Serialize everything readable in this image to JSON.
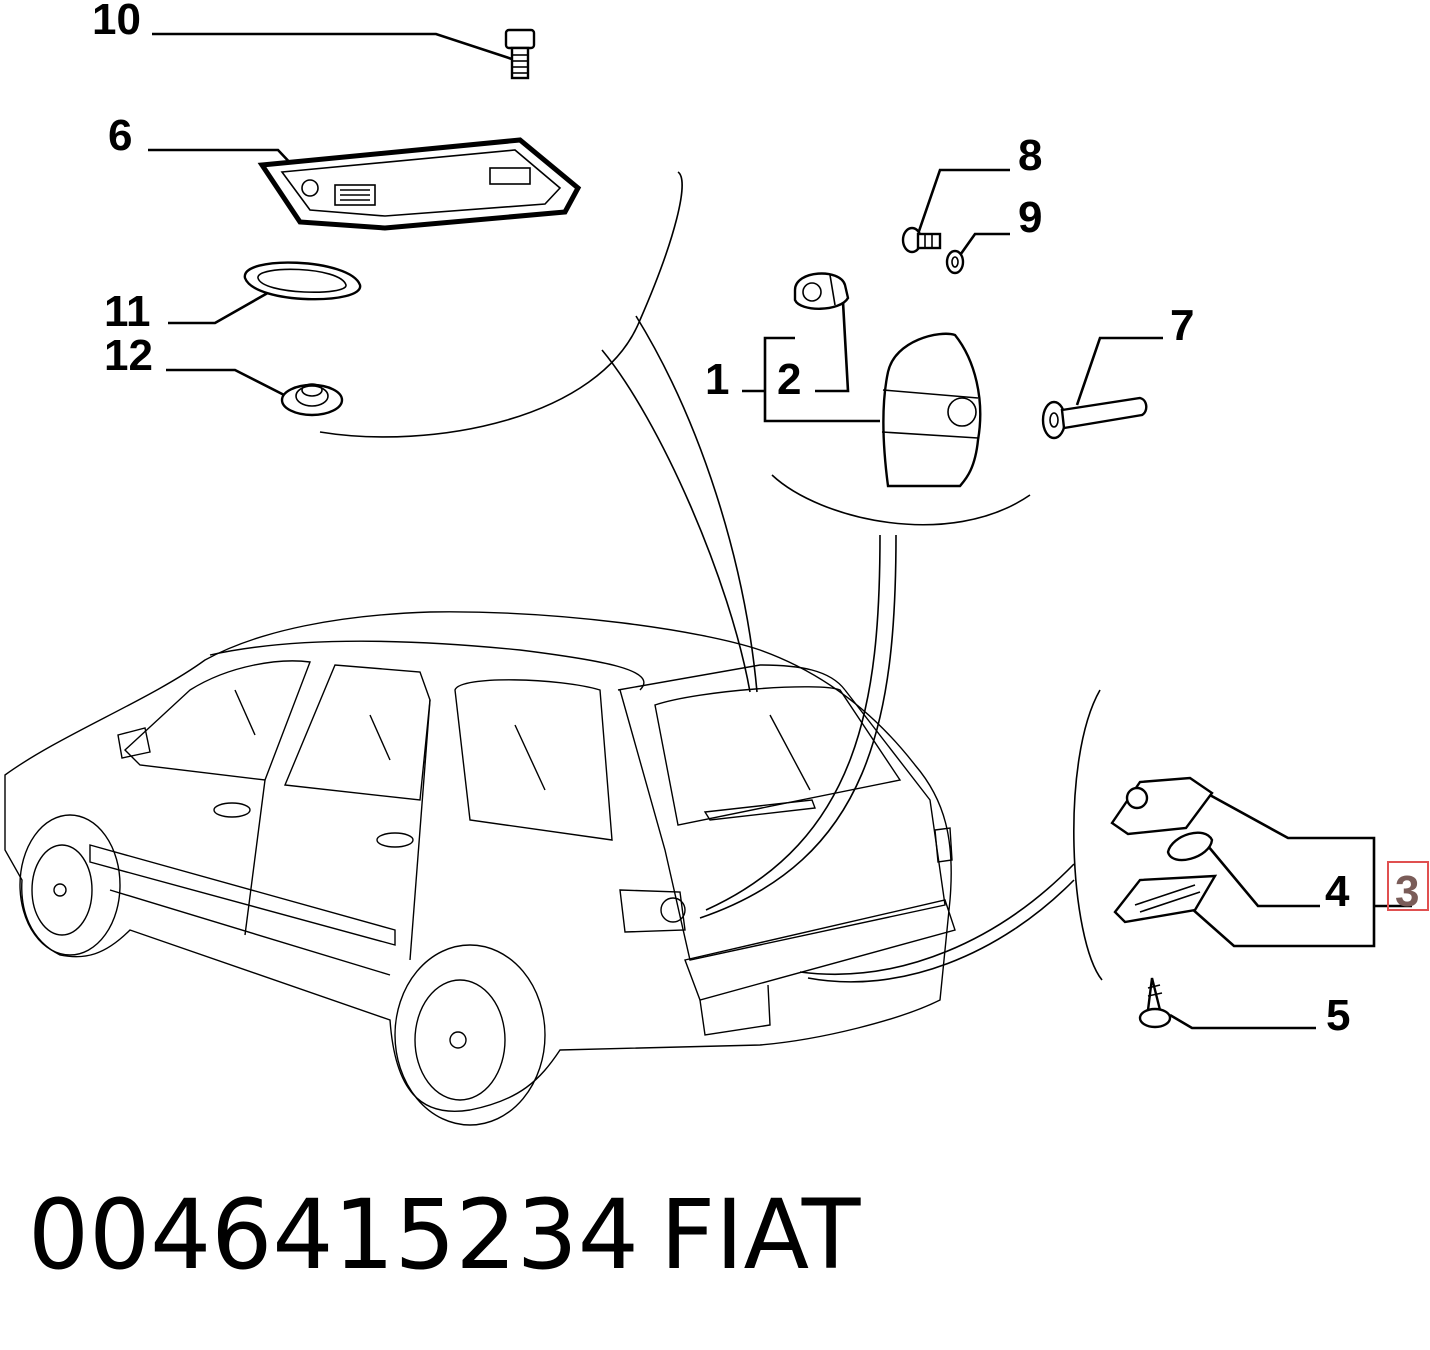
{
  "callouts": {
    "c10": "10",
    "c6": "6",
    "c11": "11",
    "c12": "12",
    "c8": "8",
    "c9": "9",
    "c7": "7",
    "c1": "1",
    "c2": "2",
    "c4": "4",
    "c3": "3",
    "c5": "5"
  },
  "highlight": {
    "callout": "3",
    "border_color": "#e05050",
    "text_color": "#7a5c58"
  },
  "footer": {
    "part_number": "0046415234",
    "brand": "FIAT"
  }
}
